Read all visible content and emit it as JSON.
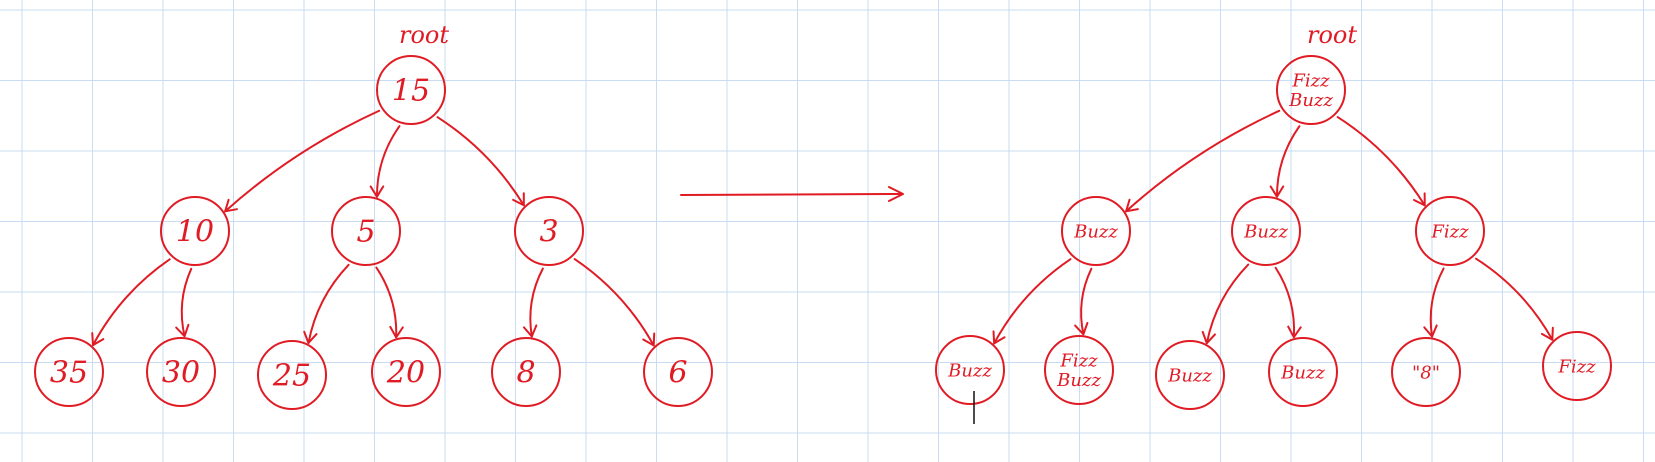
{
  "colors": {
    "ink": "#e01b24",
    "grid": "#c9dcf3",
    "background": "#ffffff",
    "cursor": "#111111"
  },
  "trees": [
    {
      "id": "left",
      "root_label": "root",
      "nodes": [
        {
          "id": "l-root",
          "text": [
            "15"
          ]
        },
        {
          "id": "l-a",
          "text": [
            "10"
          ]
        },
        {
          "id": "l-b",
          "text": [
            "5"
          ]
        },
        {
          "id": "l-c",
          "text": [
            "3"
          ]
        },
        {
          "id": "l-a1",
          "text": [
            "35"
          ]
        },
        {
          "id": "l-a2",
          "text": [
            "30"
          ]
        },
        {
          "id": "l-b1",
          "text": [
            "25"
          ]
        },
        {
          "id": "l-b2",
          "text": [
            "20"
          ]
        },
        {
          "id": "l-c1",
          "text": [
            "8"
          ]
        },
        {
          "id": "l-c2",
          "text": [
            "6"
          ]
        }
      ],
      "edges": [
        [
          "l-root",
          "l-a"
        ],
        [
          "l-root",
          "l-b"
        ],
        [
          "l-root",
          "l-c"
        ],
        [
          "l-a",
          "l-a1"
        ],
        [
          "l-a",
          "l-a2"
        ],
        [
          "l-b",
          "l-b1"
        ],
        [
          "l-b",
          "l-b2"
        ],
        [
          "l-c",
          "l-c1"
        ],
        [
          "l-c",
          "l-c2"
        ]
      ]
    },
    {
      "id": "right",
      "root_label": "root",
      "nodes": [
        {
          "id": "r-root",
          "text": [
            "Fizz",
            "Buzz"
          ]
        },
        {
          "id": "r-a",
          "text": [
            "Buzz"
          ]
        },
        {
          "id": "r-b",
          "text": [
            "Buzz"
          ]
        },
        {
          "id": "r-c",
          "text": [
            "Fizz"
          ]
        },
        {
          "id": "r-a1",
          "text": [
            "Buzz"
          ]
        },
        {
          "id": "r-a2",
          "text": [
            "Fizz",
            "Buzz"
          ]
        },
        {
          "id": "r-b1",
          "text": [
            "Buzz"
          ]
        },
        {
          "id": "r-b2",
          "text": [
            "Buzz"
          ]
        },
        {
          "id": "r-c1",
          "text": [
            "\"8\""
          ]
        },
        {
          "id": "r-c2",
          "text": [
            "Fizz"
          ]
        }
      ],
      "edges": [
        [
          "r-root",
          "r-a"
        ],
        [
          "r-root",
          "r-b"
        ],
        [
          "r-root",
          "r-c"
        ],
        [
          "r-a",
          "r-a1"
        ],
        [
          "r-a",
          "r-a2"
        ],
        [
          "r-b",
          "r-b1"
        ],
        [
          "r-b",
          "r-b2"
        ],
        [
          "r-c",
          "r-c1"
        ],
        [
          "r-c",
          "r-c2"
        ]
      ]
    }
  ]
}
